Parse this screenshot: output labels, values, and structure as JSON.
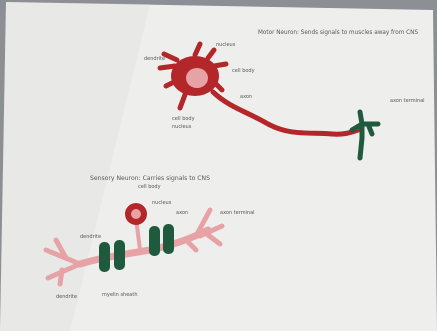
{
  "photo": {
    "subject": "clay neuron models on paper",
    "colors": {
      "paper": "#eeeeec",
      "paper_shadow": "#d9d9d6",
      "background": "#8c8f93",
      "clay_red": "#b3262a",
      "clay_red_dark": "#8f1d21",
      "clay_pink": "#e7a2a6",
      "clay_pink_dark": "#d7868b",
      "clay_green": "#1f5a3e",
      "clay_green_dark": "#174a33",
      "pencil": "#55575a"
    }
  },
  "sheet": {
    "motor_title": "Motor Neuron: Sends signals to muscles away from CNS",
    "sensory_title": "Sensory Neuron: Carries signals to CNS",
    "motor_labels": [
      "dendrite",
      "nucleus",
      "cell body",
      "axon",
      "axon terminal",
      "cell body",
      "nucleus"
    ],
    "sensory_labels": [
      "cell body",
      "nucleus",
      "axon",
      "axon terminal",
      "dendrite",
      "myelin sheath",
      "dendrite"
    ]
  }
}
